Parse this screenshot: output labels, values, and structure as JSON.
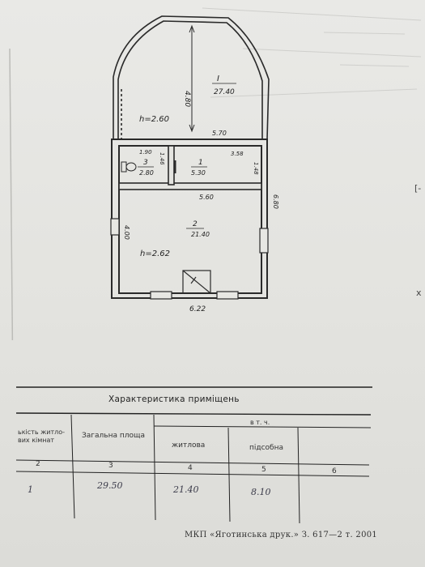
{
  "plan": {
    "room1_number": "I",
    "room1_area": "27.40",
    "room1_length": "4.80",
    "room1_height": "h=2.60",
    "width_top": "5.70",
    "room3_dim": "1.90",
    "room3_number": "3",
    "room3_area": "2.80",
    "room3_side": "1.46",
    "room_small1_number": "1",
    "room_small1_area": "5.30",
    "room_small1_width": "3.58",
    "room_small1_side": "1.48",
    "inner_width": "5.60",
    "room2_number": "2",
    "room2_area": "21.40",
    "room2_side": "4.00",
    "room2_height": "h=2.62",
    "right_side": "6.80",
    "bottom_width": "6.22"
  },
  "table": {
    "title": "Характеристика приміщень",
    "col_rooms": "ькість житло-\nвих кімнат",
    "col_total": "Загальна площа",
    "col_group": "в т. ч.",
    "col_living": "житлова",
    "col_aux": "підсобна",
    "nums": [
      "2",
      "3",
      "4",
      "5",
      "6"
    ],
    "row": {
      "rooms": "1",
      "total": "29.50",
      "living": "21.40",
      "aux": "8.10"
    }
  },
  "footer": "МКП «Яготинська друк.» З. 617—2 т. 2001",
  "edge_marks": [
    "[-",
    "x"
  ]
}
